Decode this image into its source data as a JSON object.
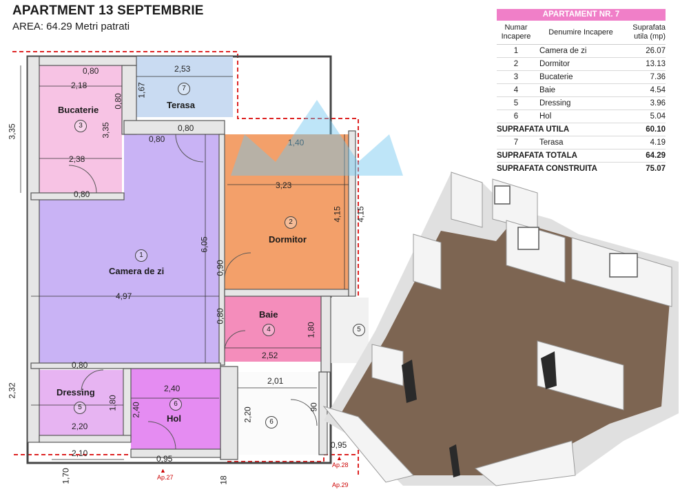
{
  "header": {
    "title": "APARTMENT 13 SEPTEMBRIE",
    "area": "AREA: 64.29 Metri patrati"
  },
  "rooms": [
    {
      "num": "1",
      "name": "Camera de zi"
    },
    {
      "num": "2",
      "name": "Dormitor"
    },
    {
      "num": "3",
      "name": "Bucaterie"
    },
    {
      "num": "4",
      "name": "Baie"
    },
    {
      "num": "5",
      "name": "Dressing"
    },
    {
      "num": "6",
      "name": "Hol"
    },
    {
      "num": "7",
      "name": "Terasa"
    },
    {
      "num": "5",
      "name": ""
    },
    {
      "num": "6",
      "name": ""
    }
  ],
  "dimensions": {
    "d1": "0,80",
    "d2": "2,18",
    "d3": "0,80",
    "d4": "3,35",
    "d5": "3,35",
    "d6": "2,38",
    "d7": "0,80",
    "d8": "2,53",
    "d9": "1,67",
    "d10": "0,80",
    "d11": "0,80",
    "d12": "1,40",
    "d13": "3,23",
    "d14": "4,15",
    "d15": "4,15",
    "d16": "6,05",
    "d17": "0,90",
    "d18": "4,97",
    "d19": "0,80",
    "d20": "1,80",
    "d21": "2,52",
    "d22": "0,80",
    "d23": "2,32",
    "d24": "1,80",
    "d25": "2,20",
    "d26": "2,40",
    "d27": "2,40",
    "d28": "2,01",
    "d29": "2,20",
    "d30": "90",
    "d31": "2,10",
    "d32": "0,95",
    "d33": "0,95",
    "d34": "1,70",
    "d35": "18"
  },
  "markers": {
    "ap27": "Ap.27",
    "ap28": "Ap.28",
    "ap29": "Ap.29"
  },
  "table": {
    "title": "APARTAMENT NR. 7",
    "col1": "Numar Incapere",
    "col2": "Denumire Incapere",
    "col3": "Suprafata utila (mp)",
    "rows": [
      {
        "n": "1",
        "name": "Camera de zi",
        "area": "26.07"
      },
      {
        "n": "2",
        "name": "Dormitor",
        "area": "13.13"
      },
      {
        "n": "3",
        "name": "Bucaterie",
        "area": "7.36"
      },
      {
        "n": "4",
        "name": "Baie",
        "area": "4.54"
      },
      {
        "n": "5",
        "name": "Dressing",
        "area": "3.96"
      },
      {
        "n": "6",
        "name": "Hol",
        "area": "5.04"
      }
    ],
    "utila_label": "SUPRAFATA UTILA",
    "utila_value": "60.10",
    "terasa": {
      "n": "7",
      "name": "Terasa",
      "area": "4.19"
    },
    "totala_label": "SUPRAFATA TOTALA",
    "totala_value": "64.29",
    "construita_label": "SUPRAFATA CONSTRUITA",
    "construita_value": "75.07"
  },
  "colors": {
    "camera": "#c9b3f5",
    "dormitor": "#f3a06a",
    "bucaterie": "#f7c3e4",
    "baie": "#f48dbb",
    "dressing": "#e7b4f2",
    "hol": "#e58cf2",
    "terasa": "#c9dbf2",
    "table_header": "#f07fc8",
    "floor3d": "#7d6552"
  }
}
